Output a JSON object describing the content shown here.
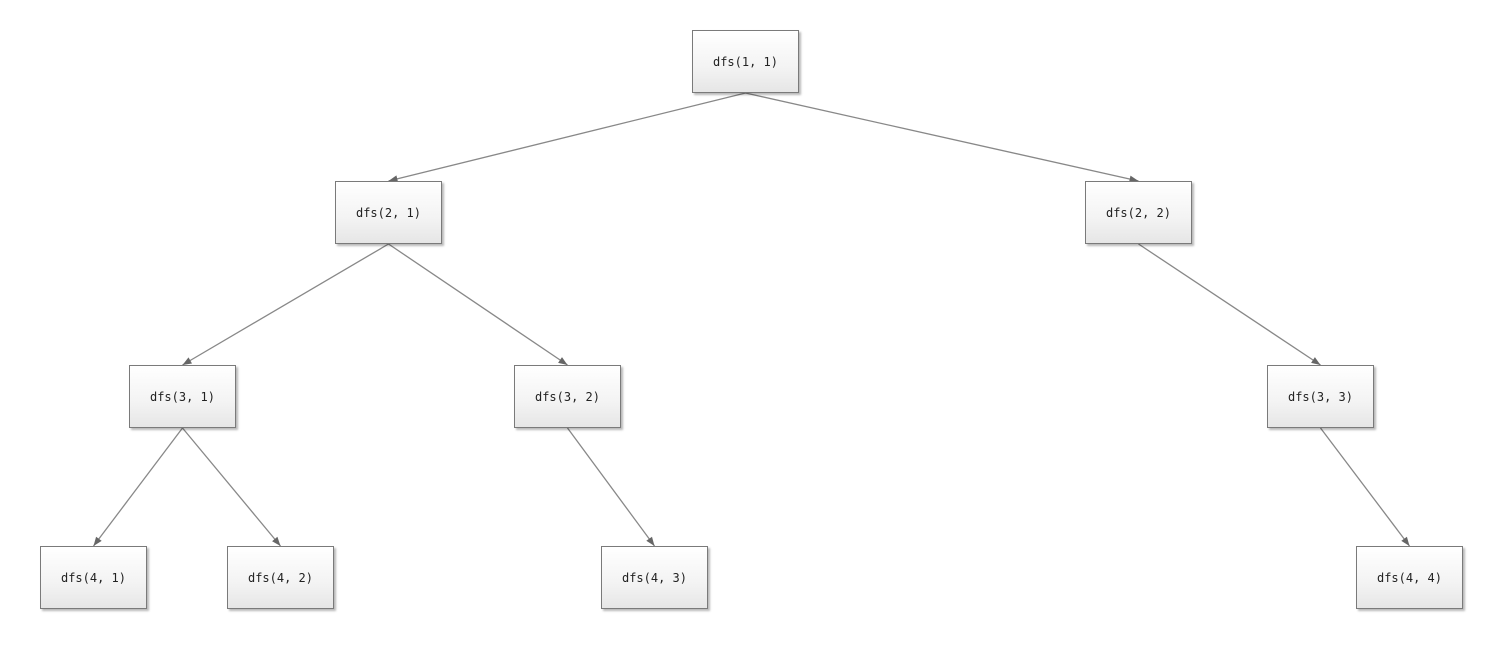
{
  "diagram": {
    "nodes": {
      "n1": "dfs(1, 1)",
      "n21": "dfs(2, 1)",
      "n22": "dfs(2, 2)",
      "n31": "dfs(3, 1)",
      "n32": "dfs(3, 2)",
      "n33": "dfs(3, 3)",
      "n41": "dfs(4, 1)",
      "n42": "dfs(4, 2)",
      "n43": "dfs(4, 3)",
      "n44": "dfs(4, 4)"
    },
    "edges": [
      {
        "from": "n1",
        "to": "n21"
      },
      {
        "from": "n1",
        "to": "n22"
      },
      {
        "from": "n21",
        "to": "n31"
      },
      {
        "from": "n21",
        "to": "n32"
      },
      {
        "from": "n22",
        "to": "n33"
      },
      {
        "from": "n31",
        "to": "n41"
      },
      {
        "from": "n31",
        "to": "n42"
      },
      {
        "from": "n32",
        "to": "n43"
      },
      {
        "from": "n33",
        "to": "n44"
      }
    ],
    "colors": {
      "edge": "#888888",
      "arrowhead": "#666666",
      "node_border": "#7a7a7a"
    }
  }
}
